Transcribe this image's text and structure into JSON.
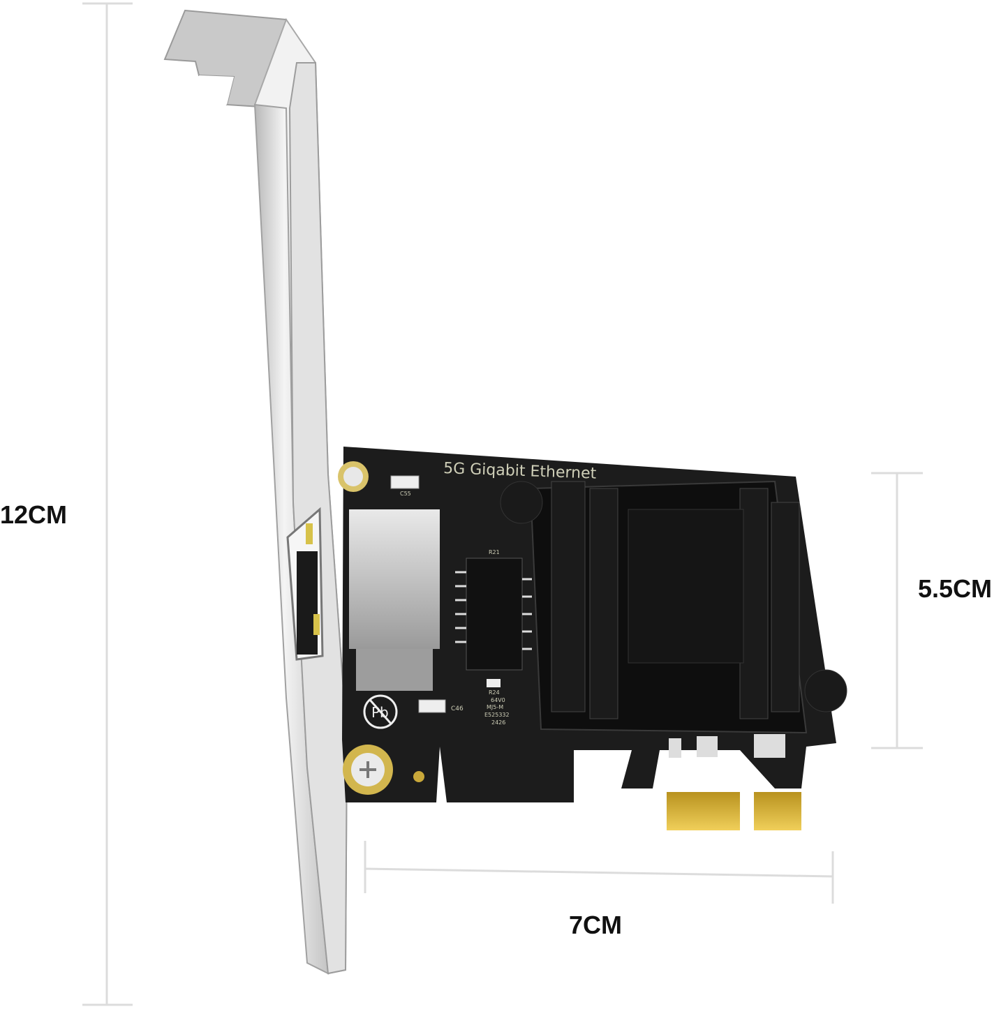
{
  "dimensions": {
    "height_label": "12CM",
    "card_height_label": "5.5CM",
    "card_width_label": "7CM"
  },
  "product": {
    "board_print": "5G Giqabit Ethernet",
    "silkscreen": {
      "top_cap": "C55",
      "resistor_top": "R21",
      "resistor_bottom": "R24",
      "cap_bottom": "C46",
      "chip_marking": [
        "64V0",
        "MJ5-M",
        "E525332",
        "2426"
      ]
    },
    "lead_free_mark": "Pb"
  },
  "colors": {
    "pcb": "#1b1b1b",
    "bracket": "#dcdcdc",
    "gold_fingers": "#d9b13a",
    "dimension_lines": "#d8d8d8"
  }
}
